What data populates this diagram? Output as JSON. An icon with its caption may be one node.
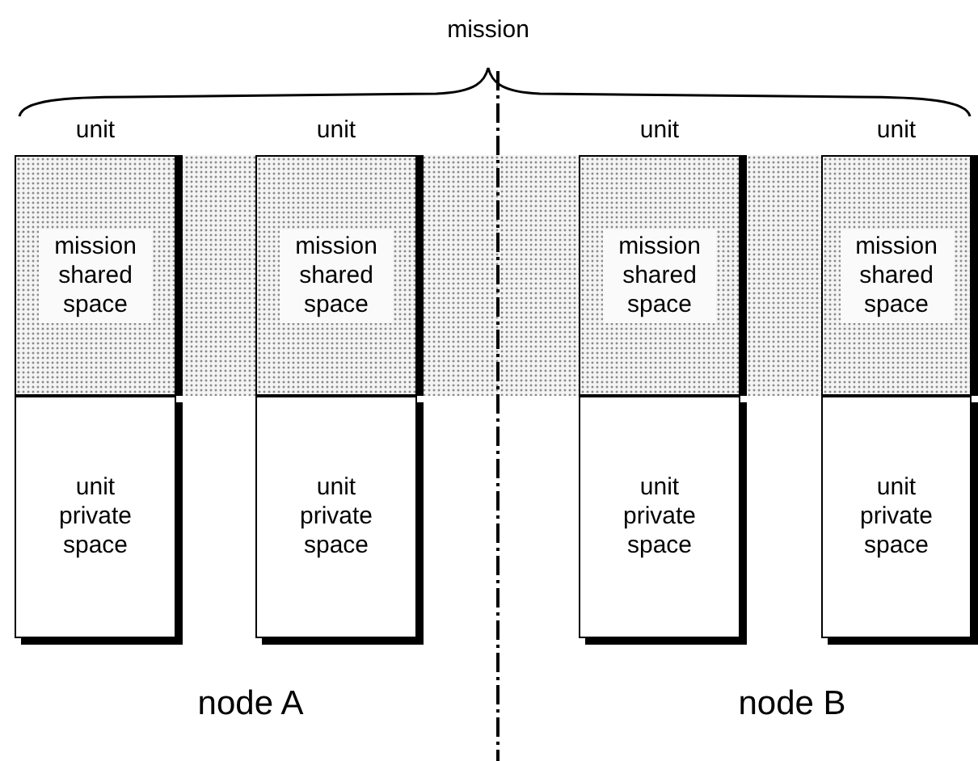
{
  "diagram": {
    "nodes": [
      {
        "text": [
          "mission shared space"
        ],
        "beside": [
          "unit"
        ]
      },
      {
        "text": [
          "mission shared space"
        ],
        "beside": [
          "unit"
        ]
      },
      {
        "text": [
          "mission shared space"
        ],
        "beside": [
          "unit"
        ]
      },
      {
        "text": [
          "mission shared space"
        ],
        "beside": [
          "unit"
        ]
      },
      {
        "text": [
          "unit private space"
        ]
      },
      {
        "text": [
          "unit private space"
        ]
      },
      {
        "text": [
          "unit private space"
        ]
      },
      {
        "text": [
          "unit private space"
        ]
      }
    ],
    "labels": [
      "mission",
      "node A",
      "node B"
    ]
  }
}
